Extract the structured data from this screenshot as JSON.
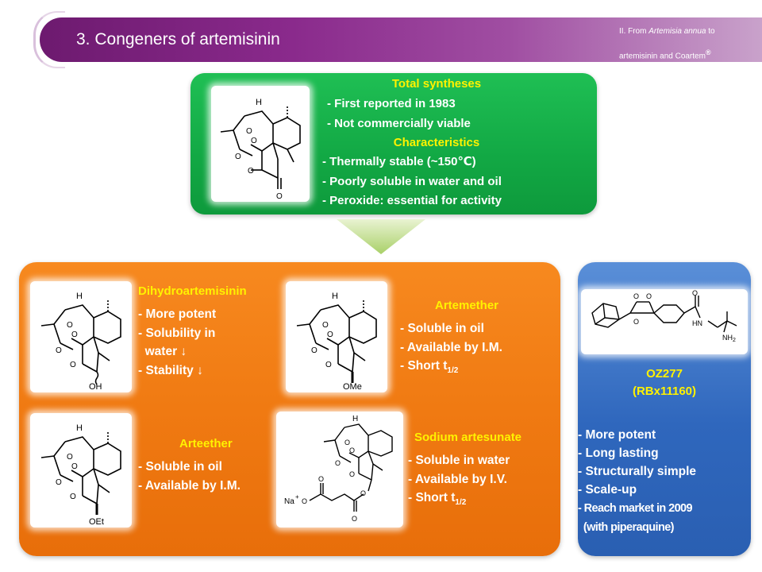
{
  "header": {
    "title": "3. Congeners of artemisinin",
    "section_prefix": "II",
    "section_line1_a": ". From ",
    "section_line1_em": "Artemisia annua",
    "section_line1_b": " to",
    "section_line2": "artemisinin and Coartem",
    "section_reg": "®"
  },
  "artemisinin": {
    "h_label": "H",
    "o_label": "O",
    "total_syntheses_title": "Total syntheses",
    "total_syntheses": [
      "- First reported in 1983",
      "- Not commercially viable"
    ],
    "characteristics_title": "Characteristics",
    "characteristics": [
      "- Thermally stable (~150℃)",
      "- Poorly soluble in water and oil",
      "- Peroxide: essential for activity"
    ]
  },
  "dihydroartemisinin": {
    "name": "Dihydroartemisinin",
    "substituent": "OH",
    "points": [
      "- More potent",
      "- Solubility in",
      "  water ↓",
      "- Stability ↓"
    ]
  },
  "artemether": {
    "name": "Artemether",
    "substituent": "OMe",
    "points": [
      "- Soluble in oil",
      "- Available by I.M.",
      "- Short t"
    ],
    "sub": "1/2"
  },
  "arteether": {
    "name": "Arteether",
    "substituent": "OEt",
    "points": [
      "- Soluble in oil",
      "- Available by I.M."
    ]
  },
  "sodium_artesunate": {
    "name": "Sodium artesunate",
    "counterion": "Na",
    "charge": "+",
    "points": [
      "- Soluble in water",
      "- Available by I.V.",
      "- Short t"
    ],
    "sub": "1/2"
  },
  "oz277": {
    "name": "OZ277",
    "code": "(RBx11160)",
    "nh_label": "HN",
    "nh2_label": "NH",
    "nh2_sub": "2",
    "points": [
      "- More potent",
      "- Long lasting",
      "- Structurally simple",
      "- Scale-up",
      "- Reach market in 2009",
      "  (with piperaquine)"
    ]
  },
  "colors": {
    "banner": "#8a2a8c",
    "green": "#12a844",
    "orange": "#f07a12",
    "blue": "#2f67bd",
    "highlight": "#fff200"
  }
}
